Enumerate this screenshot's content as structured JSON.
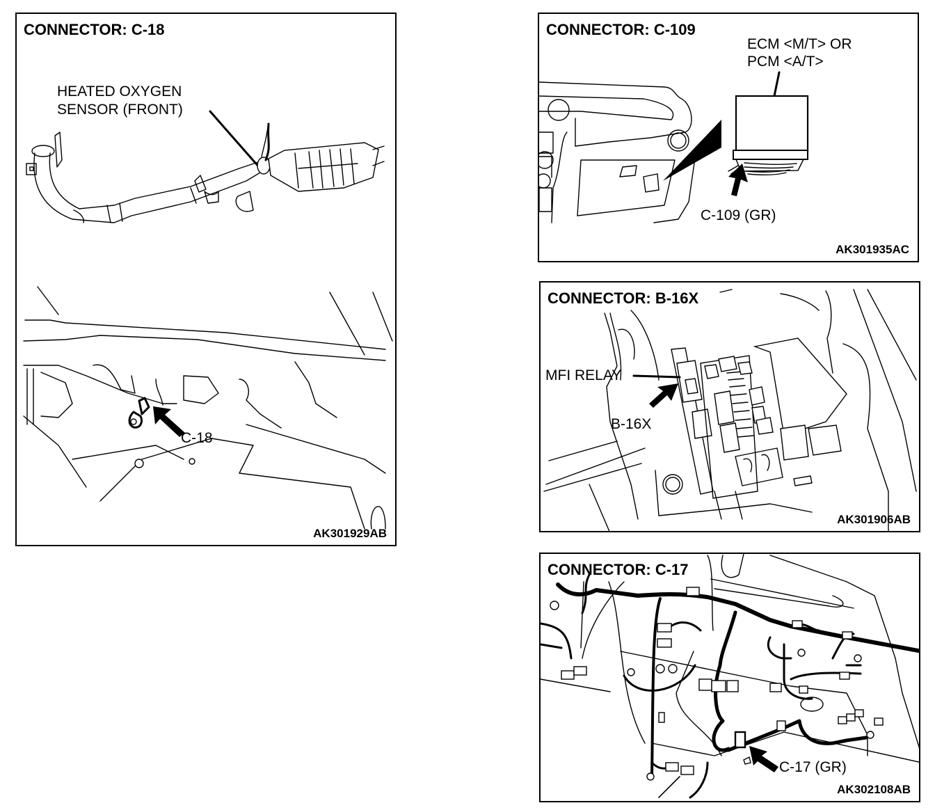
{
  "panels": [
    {
      "id": "c18",
      "title": "CONNECTOR: C-18",
      "component_label_lines": [
        "HEATED OXYGEN",
        "SENSOR (FRONT)"
      ],
      "connector_callout": "C-18",
      "figure_code": "AK301929AB"
    },
    {
      "id": "c109",
      "title": "CONNECTOR: C-109",
      "component_label_lines": [
        "ECM <M/T> OR",
        "PCM <A/T>"
      ],
      "connector_callout": "C-109 (GR)",
      "figure_code": "AK301935AC"
    },
    {
      "id": "b16x",
      "title": "CONNECTOR: B-16X",
      "component_label_lines": [
        "MFI RELAY"
      ],
      "connector_callout": "B-16X",
      "figure_code": "AK301906AB"
    },
    {
      "id": "c17",
      "title": "CONNECTOR: C-17",
      "component_label_lines": [],
      "connector_callout": "C-17 (GR)",
      "figure_code": "AK302108AB"
    }
  ]
}
